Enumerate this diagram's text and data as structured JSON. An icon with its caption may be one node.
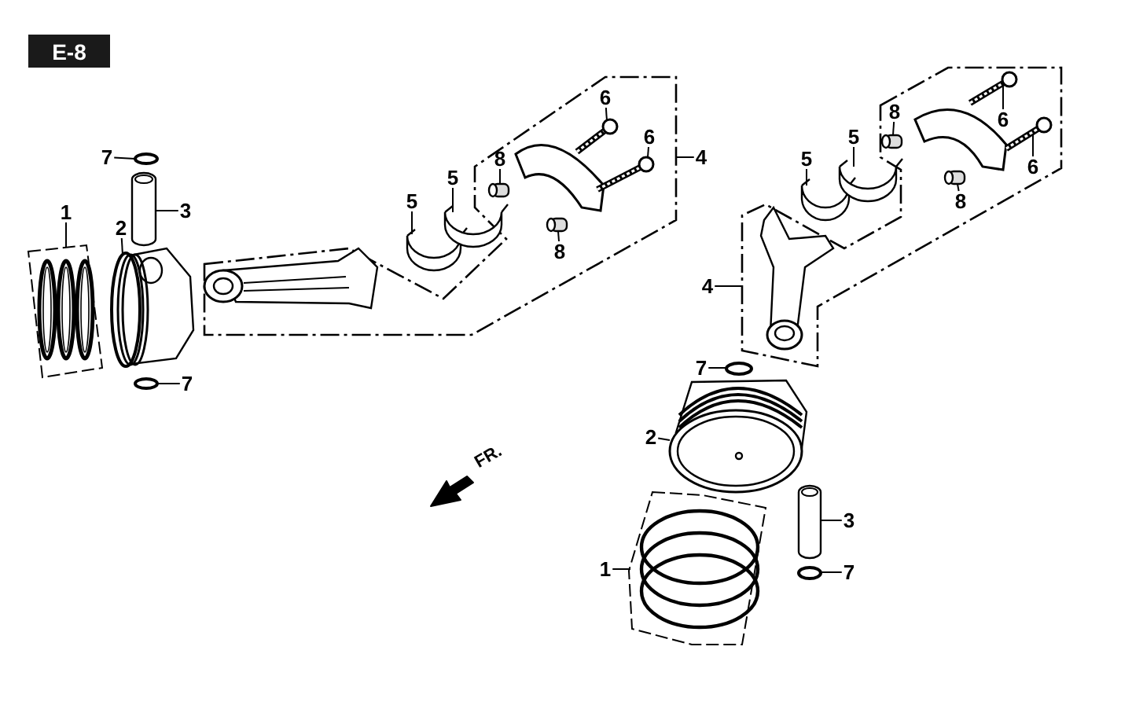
{
  "diagram": {
    "nodes": [
      {
        "text": [
          "1"
        ]
      },
      {
        "text": [],
        "shape": "picture"
      },
      {
        "text": [
          "2"
        ]
      },
      {
        "text": [],
        "shape": "picture"
      },
      {
        "text": [
          "3"
        ]
      },
      {
        "text": [],
        "shape": "picture"
      },
      {
        "text": [
          "7"
        ]
      },
      {
        "text": [],
        "shape": "circle"
      },
      {
        "text": [
          "7"
        ]
      },
      {
        "text": [],
        "shape": "circle"
      },
      {
        "text": [],
        "shape": "box"
      },
      {
        "text": [],
        "shape": "picture",
        "in": 10
      },
      {
        "text": [],
        "shape": "picture",
        "in": 10
      },
      {
        "text": [],
        "shape": "cylinder",
        "in": 10
      },
      {
        "text": [],
        "shape": "cylinder",
        "in": 10
      },
      {
        "text": [],
        "shape": "picture",
        "in": 10
      },
      {
        "text": [],
        "shape": "picture",
        "in": 10
      },
      {
        "text": [
          "5"
        ],
        "in": 10
      },
      {
        "text": [
          "5"
        ],
        "in": 10
      },
      {
        "text": [
          "8"
        ],
        "in": 10
      },
      {
        "text": [
          "8"
        ],
        "in": 10
      },
      {
        "text": [
          "6"
        ],
        "in": 10
      },
      {
        "text": [
          "6"
        ],
        "in": 10
      },
      {
        "text": [
          "4"
        ]
      },
      {
        "text": [],
        "shape": "box"
      },
      {
        "text": [],
        "shape": "picture",
        "in": 24
      },
      {
        "text": [],
        "shape": "picture",
        "in": 24
      },
      {
        "text": [],
        "shape": "cylinder",
        "in": 24
      },
      {
        "text": [],
        "shape": "cylinder",
        "in": 24
      },
      {
        "text": [],
        "shape": "picture",
        "in": 24
      },
      {
        "text": [],
        "shape": "picture",
        "in": 24
      },
      {
        "text": [
          "4"
        ]
      },
      {
        "text": [
          "5"
        ]
      },
      {
        "text": [
          "5"
        ]
      },
      {
        "text": [
          "8"
        ],
        "in": 24
      },
      {
        "text": [
          "8"
        ],
        "in": 24
      },
      {
        "text": [
          "6"
        ],
        "in": 24
      },
      {
        "text": [
          "6"
        ],
        "in": 24
      },
      {
        "text": [
          "7"
        ]
      },
      {
        "text": [],
        "shape": "circle"
      },
      {
        "text": [
          "2"
        ]
      },
      {
        "text": [],
        "shape": "picture"
      },
      {
        "text": [
          "3"
        ]
      },
      {
        "text": [],
        "shape": "picture"
      },
      {
        "text": [
          "7"
        ]
      },
      {
        "text": [],
        "shape": "circle"
      },
      {
        "text": [
          "1"
        ]
      },
      {
        "text": [],
        "shape": "picture"
      }
    ],
    "edges": [
      {
        "from": 0,
        "to": 1,
        "arrow": "none"
      },
      {
        "from": 2,
        "to": 3,
        "arrow": "none"
      },
      {
        "from": 4,
        "to": 5,
        "arrow": "none"
      },
      {
        "from": 6,
        "to": 7,
        "arrow": "none"
      },
      {
        "from": 8,
        "to": 9,
        "arrow": "none"
      },
      {
        "from": 17,
        "to": 11,
        "arrow": "none"
      },
      {
        "from": 18,
        "to": 12,
        "arrow": "none"
      },
      {
        "from": 19,
        "to": 13,
        "arrow": "none"
      },
      {
        "from": 20,
        "to": 14,
        "arrow": "none"
      },
      {
        "from": 21,
        "to": 15,
        "arrow": "none"
      },
      {
        "from": 22,
        "to": 16,
        "arrow": "none"
      },
      {
        "from": 23,
        "to": 10,
        "arrow": "none"
      },
      {
        "from": 31,
        "to": 24,
        "arrow": "none"
      },
      {
        "from": 32,
        "to": 25,
        "arrow": "none"
      },
      {
        "from": 33,
        "to": 26,
        "arrow": "none"
      },
      {
        "from": 34,
        "to": 27,
        "arrow": "none"
      },
      {
        "from": 35,
        "to": 28,
        "arrow": "none"
      },
      {
        "from": 36,
        "to": 29,
        "arrow": "none"
      },
      {
        "from": 37,
        "to": 30,
        "arrow": "none"
      },
      {
        "from": 38,
        "to": 39,
        "arrow": "none"
      },
      {
        "from": 40,
        "to": 41,
        "arrow": "none"
      },
      {
        "from": 42,
        "to": 43,
        "arrow": "none"
      },
      {
        "from": 44,
        "to": 45,
        "arrow": "none"
      },
      {
        "from": 46,
        "to": 47,
        "arrow": "none"
      }
    ],
    "labels": [
      "E-8",
      "FR."
    ]
  }
}
